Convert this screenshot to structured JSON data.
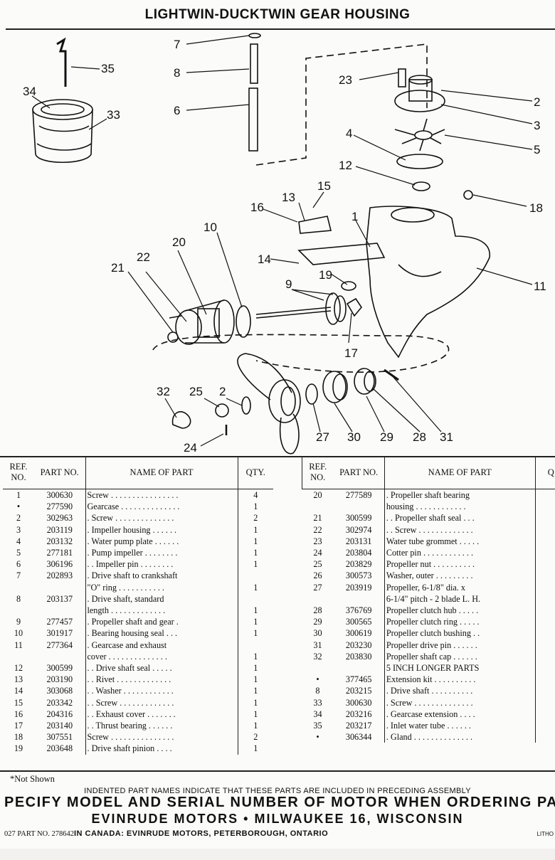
{
  "title": "LIGHTWIN-DUCKTWIN GEAR HOUSING",
  "callouts": [
    "1",
    "2",
    "2",
    "3",
    "4",
    "5",
    "6",
    "7",
    "8",
    "9",
    "10",
    "11",
    "12",
    "13",
    "14",
    "15",
    "16",
    "17",
    "18",
    "19",
    "20",
    "21",
    "22",
    "23",
    "24",
    "25",
    "27",
    "28",
    "29",
    "30",
    "31",
    "32",
    "33",
    "34",
    "35"
  ],
  "table_headers": {
    "ref": "REF. NO.",
    "part": "PART NO.",
    "name": "NAME OF PART",
    "qty": "QTY.",
    "qty_right": "Q"
  },
  "left_rows": [
    {
      "ref": "1",
      "part": "300630",
      "name": "Screw . . . . . . . . . . . . . . . .",
      "qty": "4"
    },
    {
      "ref": "•",
      "part": "277590",
      "name": "Gearcase . . . . . . . . . . . . . .",
      "qty": "1"
    },
    {
      "ref": "2",
      "part": "302963",
      "name": ". Screw . . . . . . . . . . . . . .",
      "qty": "2"
    },
    {
      "ref": "3",
      "part": "203119",
      "name": ". Impeller housing . . . . . .",
      "qty": "1"
    },
    {
      "ref": "4",
      "part": "203132",
      "name": ". Water pump plate . . . . . .",
      "qty": "1"
    },
    {
      "ref": "5",
      "part": "277181",
      "name": ". Pump impeller . . . . . . . .",
      "qty": "1"
    },
    {
      "ref": "6",
      "part": "306196",
      "name": ". . Impeller pin . . . . . . . .",
      "qty": "1"
    },
    {
      "ref": "7",
      "part": "202893",
      "name": ". Drive shaft to crankshaft",
      "qty": ""
    },
    {
      "ref": "",
      "part": "",
      "name": "   \"O\" ring . . . . . . . . . . .",
      "qty": "1"
    },
    {
      "ref": "8",
      "part": "203137",
      "name": ". Drive shaft, standard",
      "qty": ""
    },
    {
      "ref": "",
      "part": "",
      "name": "   length . . . . . . . . . . . . .",
      "qty": "1"
    },
    {
      "ref": "9",
      "part": "277457",
      "name": ". Propeller shaft and gear .",
      "qty": "1"
    },
    {
      "ref": "10",
      "part": "301917",
      "name": ". Bearing housing seal . . .",
      "qty": "1"
    },
    {
      "ref": "11",
      "part": "277364",
      "name": ". Gearcase and exhaust",
      "qty": ""
    },
    {
      "ref": "",
      "part": "",
      "name": "   cover . . . . . . . . . . . . . .",
      "qty": "1"
    },
    {
      "ref": "12",
      "part": "300599",
      "name": ". . Drive shaft seal . . . . .",
      "qty": "1"
    },
    {
      "ref": "13",
      "part": "203190",
      "name": ". . Rivet . . . . . . . . . . . . .",
      "qty": "1"
    },
    {
      "ref": "14",
      "part": "303068",
      "name": ". . Washer . . . . . . . . . . . .",
      "qty": "1"
    },
    {
      "ref": "15",
      "part": "203342",
      "name": ". . Screw . . . . . . . . . . . . .",
      "qty": "1"
    },
    {
      "ref": "16",
      "part": "204316",
      "name": ". . Exhaust cover . . . . . . .",
      "qty": "1"
    },
    {
      "ref": "17",
      "part": "203140",
      "name": ". . Thrust bearing . . . . . .",
      "qty": "1"
    },
    {
      "ref": "18",
      "part": "307551",
      "name": "Screw . . . . . . . . . . . . . . .",
      "qty": "2"
    },
    {
      "ref": "19",
      "part": "203648",
      "name": ". Drive shaft pinion . . . .",
      "qty": "1"
    }
  ],
  "right_rows": [
    {
      "ref": "20",
      "part": "277589",
      "name": ". Propeller shaft bearing"
    },
    {
      "ref": "",
      "part": "",
      "name": "   housing . . . . . . . . . . . ."
    },
    {
      "ref": "21",
      "part": "300599",
      "name": ". . Propeller shaft seal . . ."
    },
    {
      "ref": "22",
      "part": "302974",
      "name": ". . Screw . . . . . . . . . . . . ."
    },
    {
      "ref": "23",
      "part": "203131",
      "name": "Water tube grommet . . . . ."
    },
    {
      "ref": "24",
      "part": "203804",
      "name": "Cotter pin . . . . . . . . . . . ."
    },
    {
      "ref": "25",
      "part": "203829",
      "name": "Propeller nut . . . . . . . . . ."
    },
    {
      "ref": "26",
      "part": "300573",
      "name": "Washer, outer . . . . . . . . ."
    },
    {
      "ref": "27",
      "part": "203919",
      "name": "Propeller, 6-1/8\" dia. x"
    },
    {
      "ref": "",
      "part": "",
      "name": "   6-1/4\" pitch - 2 blade L. H."
    },
    {
      "ref": "28",
      "part": "376769",
      "name": "Propeller clutch hub . . . . ."
    },
    {
      "ref": "29",
      "part": "300565",
      "name": "Propeller clutch ring . . . . ."
    },
    {
      "ref": "30",
      "part": "300619",
      "name": "Propeller clutch bushing . ."
    },
    {
      "ref": "31",
      "part": "203230",
      "name": "Propeller drive pin . . . . . ."
    },
    {
      "ref": "32",
      "part": "203830",
      "name": "Propeller shaft cap . . . . . ."
    },
    {
      "ref": "",
      "part": "",
      "name": ""
    },
    {
      "ref": "",
      "part": "",
      "name": "5 INCH LONGER PARTS"
    },
    {
      "ref": "•",
      "part": "377465",
      "name": "Extension kit . . . . . . . . . ."
    },
    {
      "ref": "8",
      "part": "203215",
      "name": ". Drive shaft . . . . . . . . . ."
    },
    {
      "ref": "33",
      "part": "300630",
      "name": ". Screw . . . . . . . . . . . . . ."
    },
    {
      "ref": "34",
      "part": "203216",
      "name": ". Gearcase extension . . . ."
    },
    {
      "ref": "35",
      "part": "203217",
      "name": ". Inlet water tube . . . . . ."
    },
    {
      "ref": "•",
      "part": "306344",
      "name": ". Gland . . . . . . . . . . . . . ."
    }
  ],
  "footnote": "*Not Shown",
  "indented_note": "INDENTED PART NAMES INDICATE THAT THESE PARTS ARE INCLUDED IN PRECEDING ASSEMBLY",
  "specify_line": "PECIFY MODEL AND SERIAL NUMBER OF MOTOR WHEN ORDERING PA",
  "company_line": "EVINRUDE MOTORS • MILWAUKEE 16, WISCONSIN",
  "bottom_left": "027 PART NO. 278642",
  "bottom_canada": "IN CANADA: EVINRUDE MOTORS, PETERBOROUGH, ONTARIO",
  "litho": "LITHO"
}
